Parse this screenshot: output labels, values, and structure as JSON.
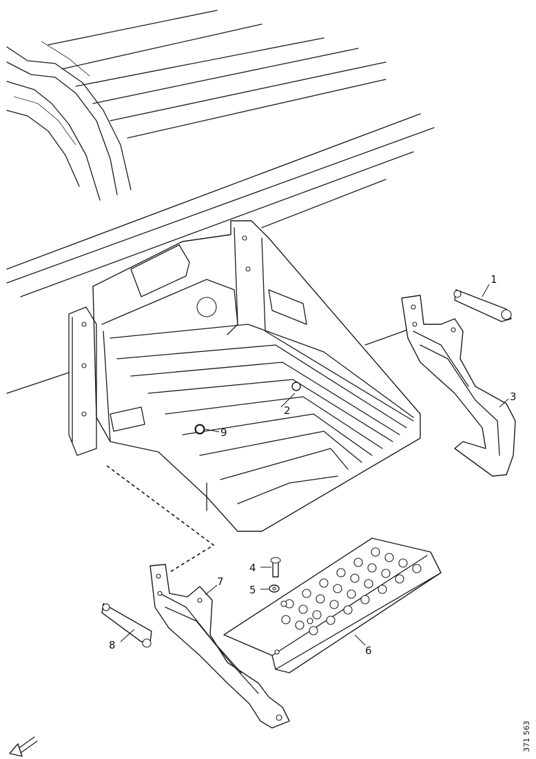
{
  "callouts": {
    "c1": "1",
    "c2": "2",
    "c3": "3",
    "c4": "4",
    "c5": "5",
    "c6": "6",
    "c7": "7",
    "c8": "8",
    "c9": "9"
  },
  "figure_ref": "371 563",
  "icons": {
    "direction": "arrow-down-left-icon"
  }
}
